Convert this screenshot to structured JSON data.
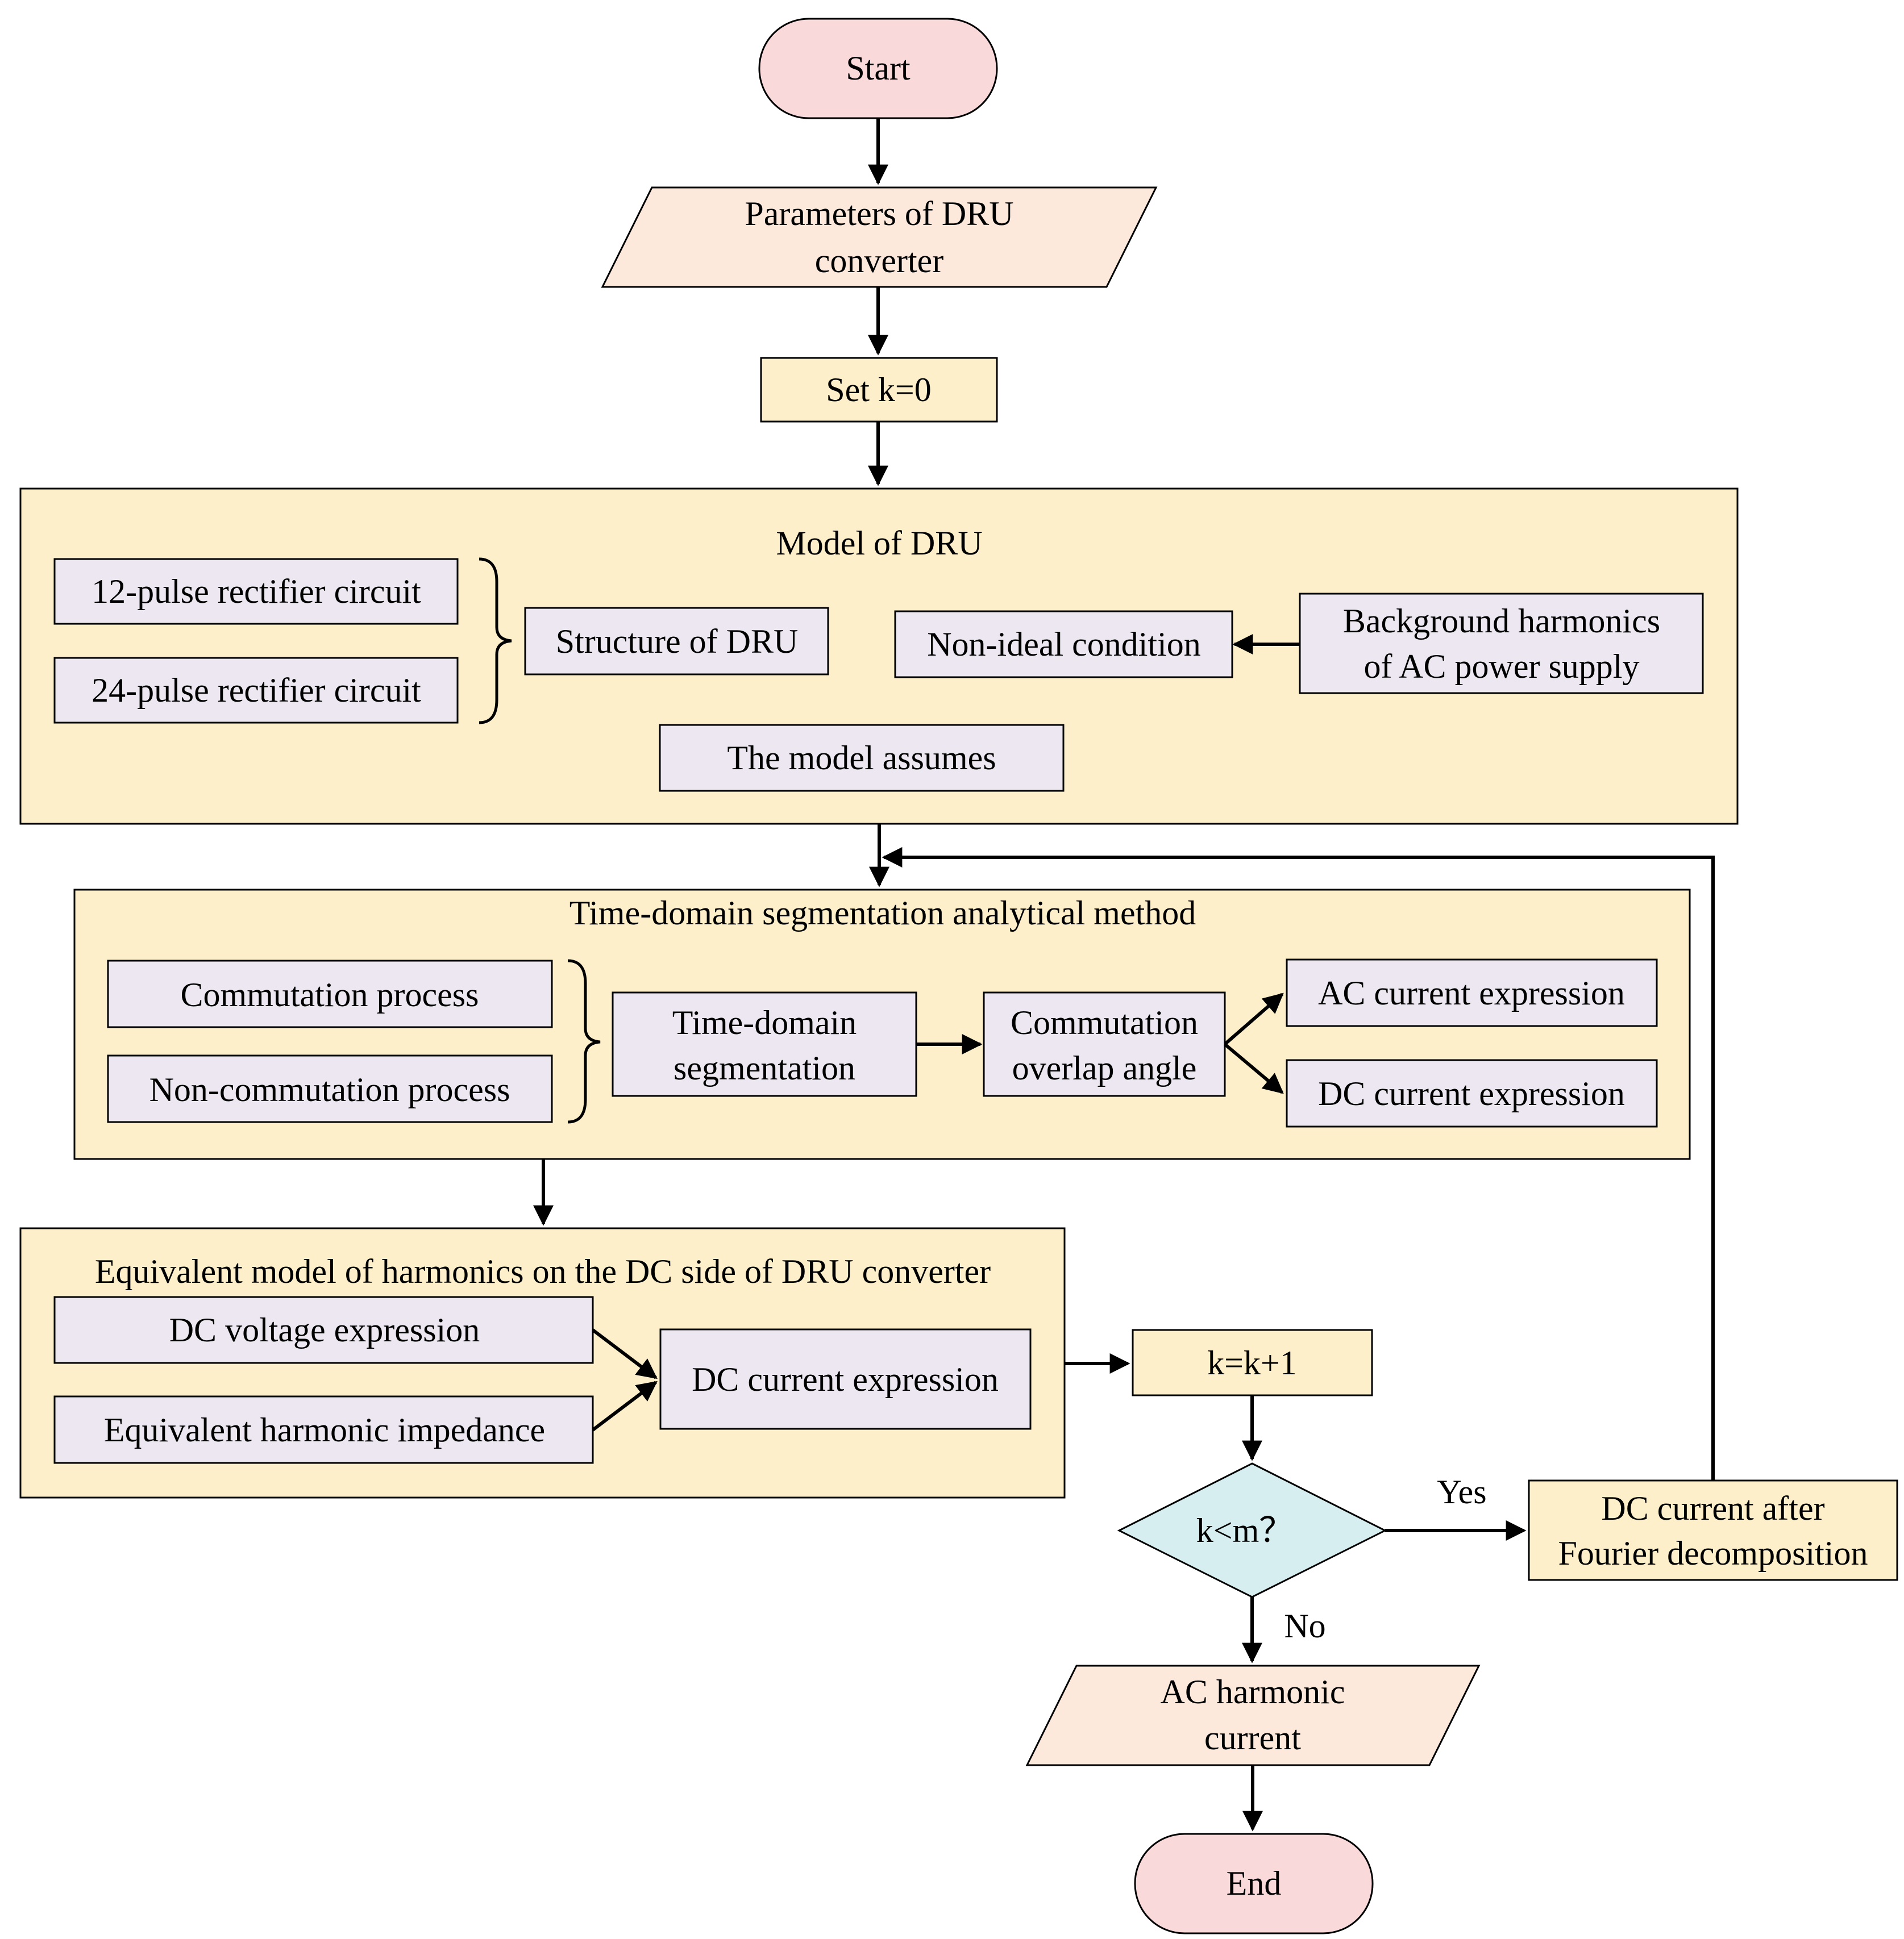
{
  "colors": {
    "terminal_fill": "#f9d9d9",
    "io_fill": "#fde9db",
    "process_fill": "#fdefc9",
    "container_fill": "#fdefc9",
    "box_fill": "#ece7f0",
    "decision_fill": "#d6eef0",
    "stroke": "#000000"
  },
  "start": {
    "label": "Start"
  },
  "parameters": {
    "line1": "Parameters of DRU",
    "line2": "converter"
  },
  "set_k": {
    "label": "Set k=0"
  },
  "model": {
    "title": "Model of DRU",
    "pulse12": "12-pulse rectifier circuit",
    "pulse24": "24-pulse rectifier circuit",
    "structure": "Structure of DRU",
    "non_ideal": "Non-ideal condition",
    "background_line1": "Background harmonics",
    "background_line2": "of AC power supply",
    "assumes": "The model assumes"
  },
  "time_domain": {
    "title": "Time-domain segmentation analytical method",
    "commutation": "Commutation process",
    "non_commutation": "Non-commutation process",
    "segmentation_line1": "Time-domain",
    "segmentation_line2": "segmentation",
    "overlap_line1": "Commutation",
    "overlap_line2": "overlap angle",
    "ac_current": "AC current expression",
    "dc_current": "DC current expression"
  },
  "equivalent": {
    "title": "Equivalent model of harmonics on the DC side of DRU converter",
    "dc_voltage": "DC voltage expression",
    "impedance": "Equivalent harmonic impedance",
    "dc_current": "DC current expression"
  },
  "increment": {
    "label": "k=k+1"
  },
  "decision": {
    "label": "k<m？",
    "yes": "Yes",
    "no": "No"
  },
  "fourier": {
    "line1": "DC current after",
    "line2": "Fourier decomposition"
  },
  "ac_harmonic": {
    "line1": "AC harmonic",
    "line2": "current"
  },
  "end": {
    "label": "End"
  }
}
